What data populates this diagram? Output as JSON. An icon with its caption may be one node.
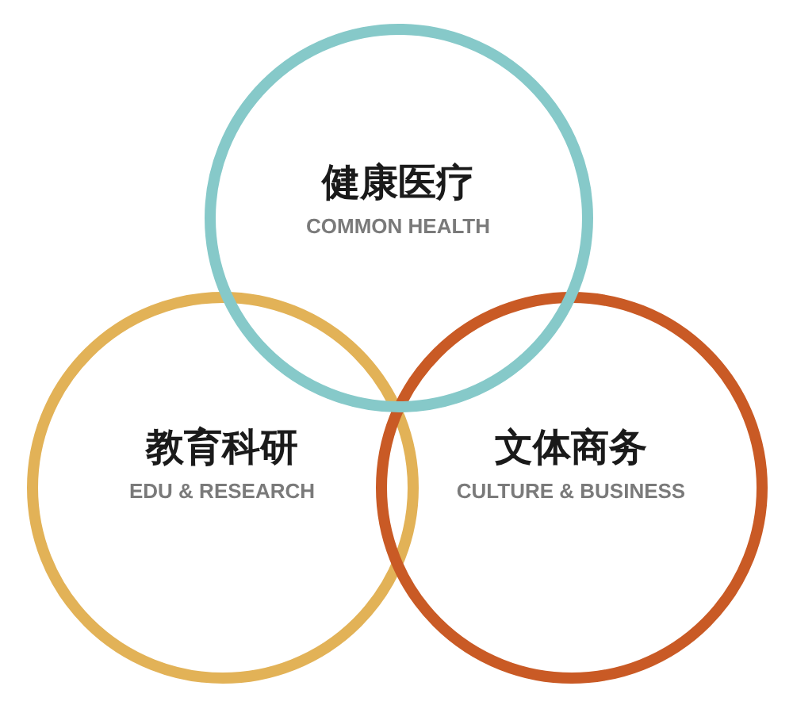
{
  "diagram": {
    "nodes": [
      {
        "text": [
          "健康医疗",
          "COMMON HEALTH"
        ]
      },
      {
        "text": [
          "教育科研",
          "EDU & RESEARCH"
        ]
      },
      {
        "text": [
          "文体商务",
          "CULTURE & BUSINESS"
        ]
      }
    ]
  }
}
